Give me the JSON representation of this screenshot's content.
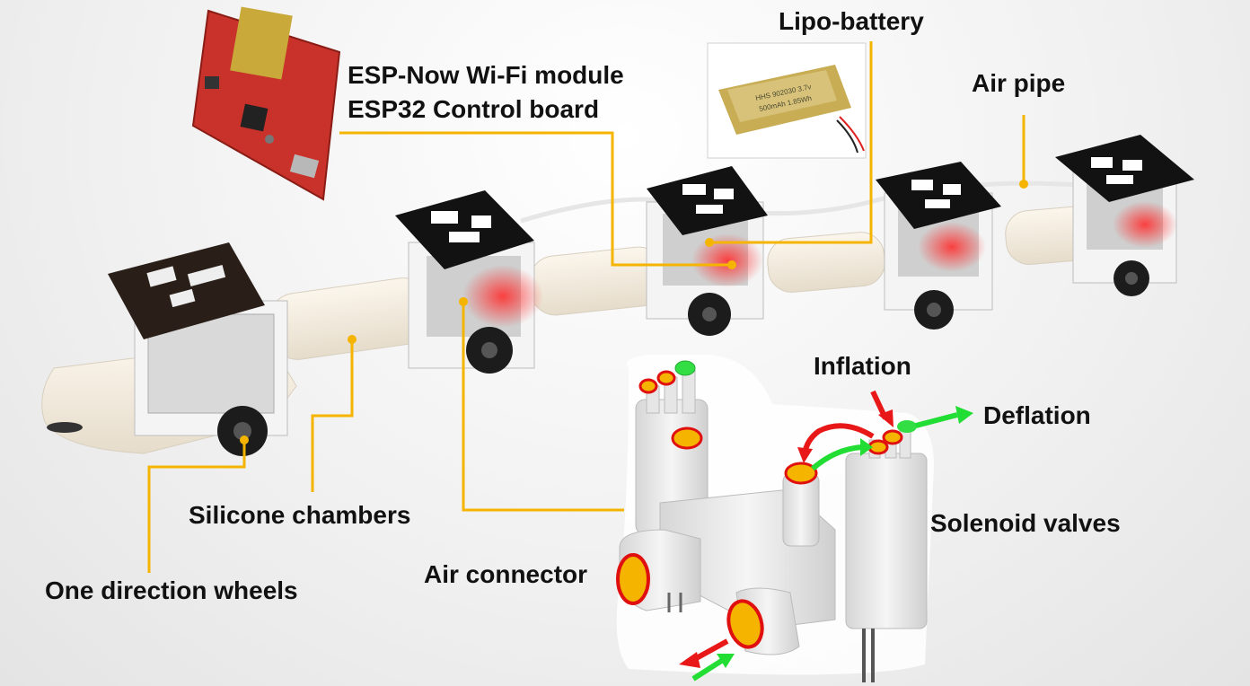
{
  "labels": {
    "esp_now": "ESP-Now Wi-Fi module",
    "esp32": "ESP32 Control board",
    "lipo": "Lipo-battery",
    "air_pipe": "Air pipe",
    "inflation": "Inflation",
    "deflation": "Deflation",
    "solenoid": "Solenoid valves",
    "air_connector": "Air connector",
    "silicone": "Silicone chambers",
    "wheels": "One direction wheels"
  },
  "battery_print": {
    "line1": "HHS 902030 3.7v",
    "line2": "500mAh 1.85Wh"
  },
  "colors": {
    "callout_line": "#f5b400",
    "port_fill": "#f5b400",
    "port_ring": "#e01010",
    "arrow_red": "#e81818",
    "arrow_green": "#22dd33",
    "port_green": "#33dd44",
    "pcb_red": "#c8322a",
    "silicone": "#f3ece0"
  }
}
